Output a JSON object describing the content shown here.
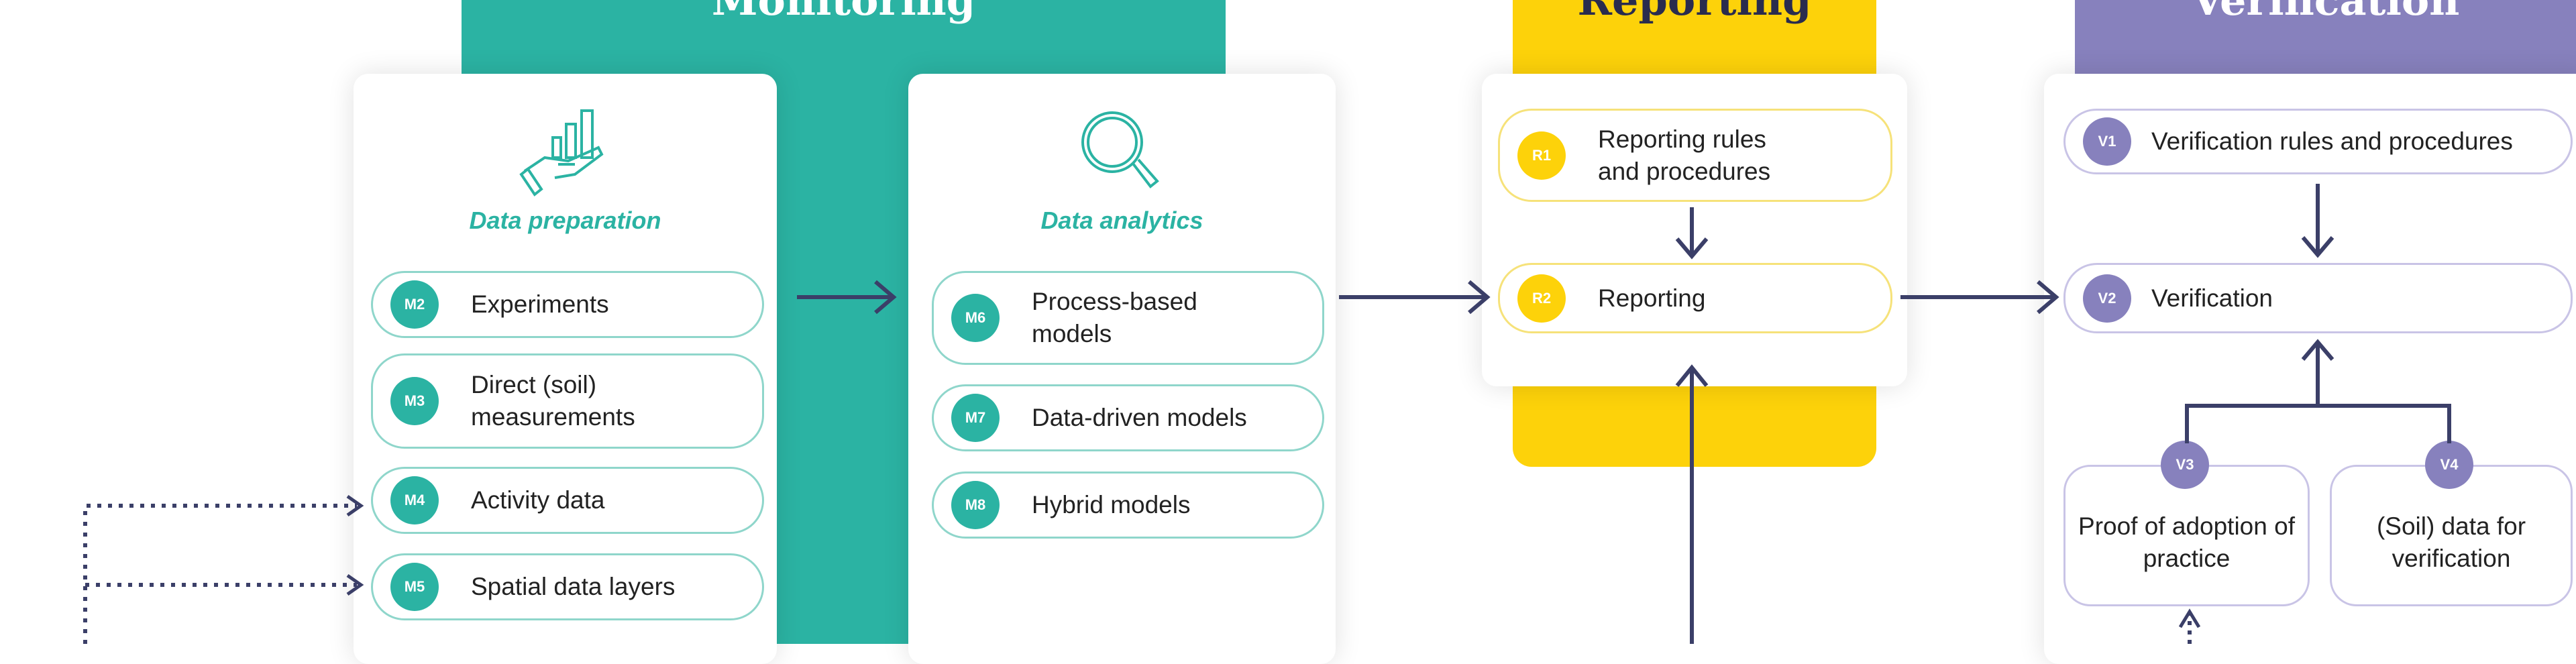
{
  "monitoring": {
    "title": "Monitoring",
    "preparation": {
      "heading": "Data preparation",
      "items": [
        {
          "code": "M2",
          "label": "Experiments"
        },
        {
          "code": "M3",
          "label": "Direct (soil) measurements"
        },
        {
          "code": "M4",
          "label": "Activity data"
        },
        {
          "code": "M5",
          "label": "Spatial data layers"
        }
      ]
    },
    "analytics": {
      "heading": "Data analytics",
      "items": [
        {
          "code": "M6",
          "label": "Process-based models"
        },
        {
          "code": "M7",
          "label": "Data-driven models"
        },
        {
          "code": "M8",
          "label": "Hybrid models"
        }
      ]
    }
  },
  "reporting": {
    "title": "Reporting",
    "items": [
      {
        "code": "R1",
        "label": "Reporting rules and procedures"
      },
      {
        "code": "R2",
        "label": "Reporting"
      }
    ]
  },
  "verification": {
    "title": "Verification",
    "items": [
      {
        "code": "V1",
        "label": "Verification rules and procedures"
      },
      {
        "code": "V2",
        "label": "Verification"
      },
      {
        "code": "V3",
        "label": "Proof of adoption of practice"
      },
      {
        "code": "V4",
        "label": "(Soil) data for verification"
      }
    ]
  },
  "colors": {
    "monitoring": "#2bb3a3",
    "reporting": "#fdd20a",
    "verification": "#8781bd",
    "arrow": "#3b3f68"
  }
}
